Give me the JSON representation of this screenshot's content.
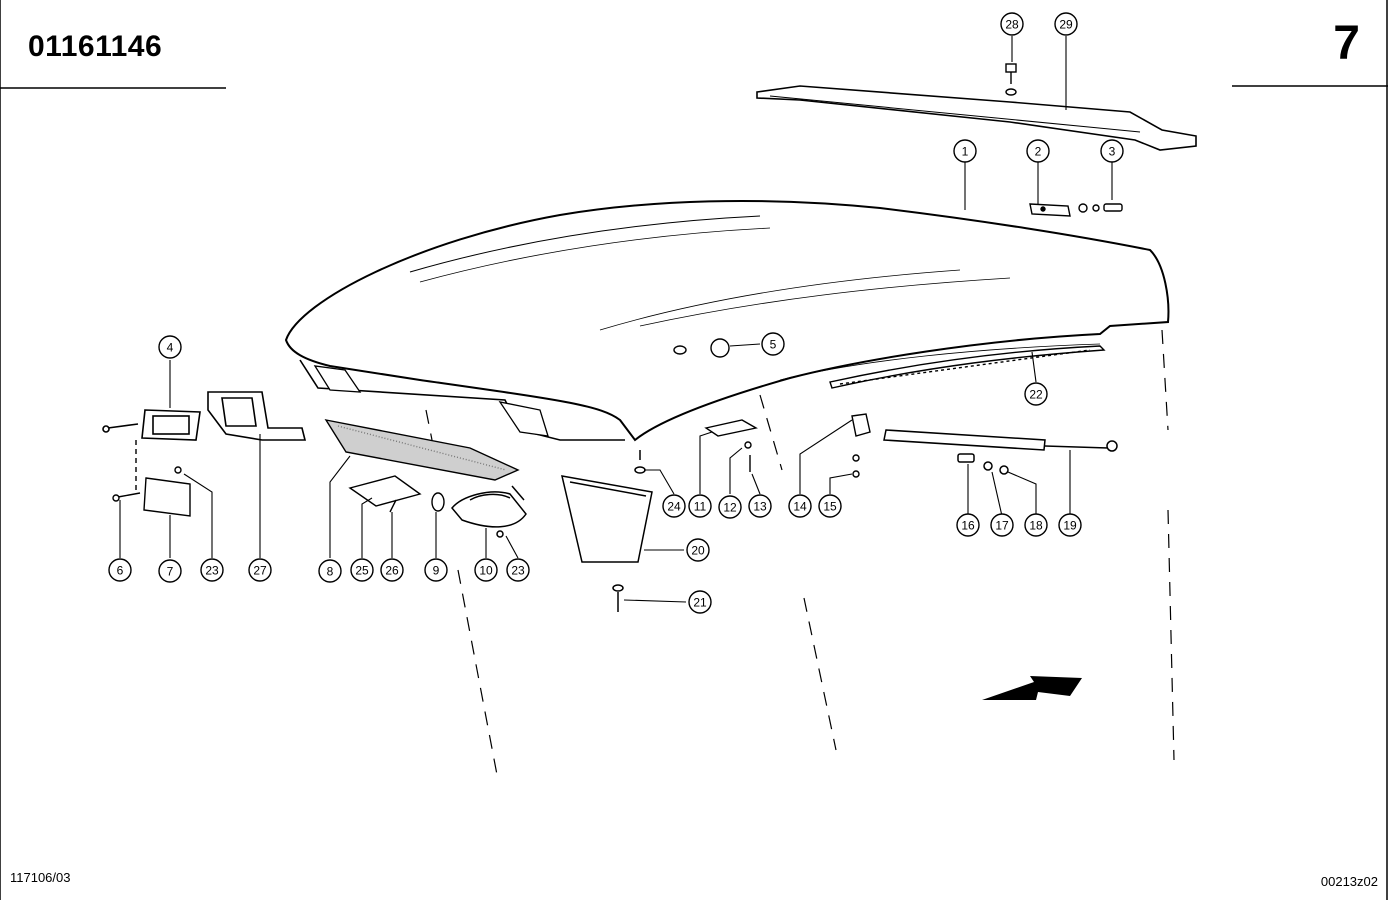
{
  "header": {
    "part_number": "01161146",
    "page_number": "7"
  },
  "footer": {
    "left_code": "117106/03",
    "right_code": "00213z02"
  },
  "callouts": [
    {
      "id": "c1",
      "label": "1"
    },
    {
      "id": "c2",
      "label": "2"
    },
    {
      "id": "c3",
      "label": "3"
    },
    {
      "id": "c4",
      "label": "4"
    },
    {
      "id": "c5",
      "label": "5"
    },
    {
      "id": "c6",
      "label": "6"
    },
    {
      "id": "c7",
      "label": "7"
    },
    {
      "id": "c8",
      "label": "8"
    },
    {
      "id": "c9",
      "label": "9"
    },
    {
      "id": "c10",
      "label": "10"
    },
    {
      "id": "c11",
      "label": "11"
    },
    {
      "id": "c12",
      "label": "12"
    },
    {
      "id": "c13",
      "label": "13"
    },
    {
      "id": "c14",
      "label": "14"
    },
    {
      "id": "c15",
      "label": "15"
    },
    {
      "id": "c16",
      "label": "16"
    },
    {
      "id": "c17",
      "label": "17"
    },
    {
      "id": "c18",
      "label": "18"
    },
    {
      "id": "c19",
      "label": "19"
    },
    {
      "id": "c20",
      "label": "20"
    },
    {
      "id": "c21",
      "label": "21"
    },
    {
      "id": "c22",
      "label": "22"
    },
    {
      "id": "c23a",
      "label": "23"
    },
    {
      "id": "c23b",
      "label": "23"
    },
    {
      "id": "c24",
      "label": "24"
    },
    {
      "id": "c25",
      "label": "25"
    },
    {
      "id": "c26",
      "label": "26"
    },
    {
      "id": "c27",
      "label": "27"
    },
    {
      "id": "c28",
      "label": "28"
    },
    {
      "id": "c29",
      "label": "29"
    }
  ]
}
